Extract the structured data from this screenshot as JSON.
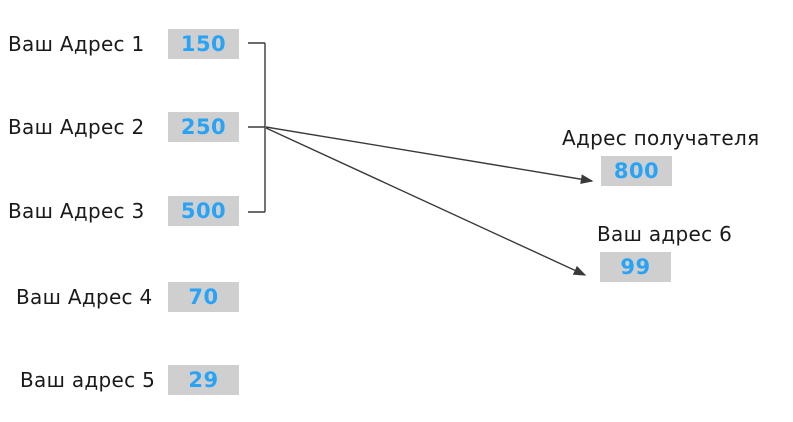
{
  "diagram": {
    "title_hidden": "",
    "colors": {
      "value_blue": "#29a3f5",
      "box_gray": "#cfcfcf",
      "line": "#3a3a3a",
      "text": "#1a1a1a",
      "background": "#ffffff"
    },
    "sources": [
      {
        "label": "Ваш Адрес 1",
        "value": "150",
        "bracketed": true
      },
      {
        "label": "Ваш Адрес 2",
        "value": "250",
        "bracketed": true
      },
      {
        "label": "Ваш Адрес 3",
        "value": "500",
        "bracketed": true
      },
      {
        "label": "Ваш Адрес 4",
        "value": "70",
        "bracketed": false
      },
      {
        "label": "Ваш адрес 5",
        "value": "29",
        "bracketed": false
      }
    ],
    "destinations": [
      {
        "label": "Адрес получателя",
        "value": "800"
      },
      {
        "label": "Ваш адрес 6",
        "value": "99"
      }
    ]
  }
}
